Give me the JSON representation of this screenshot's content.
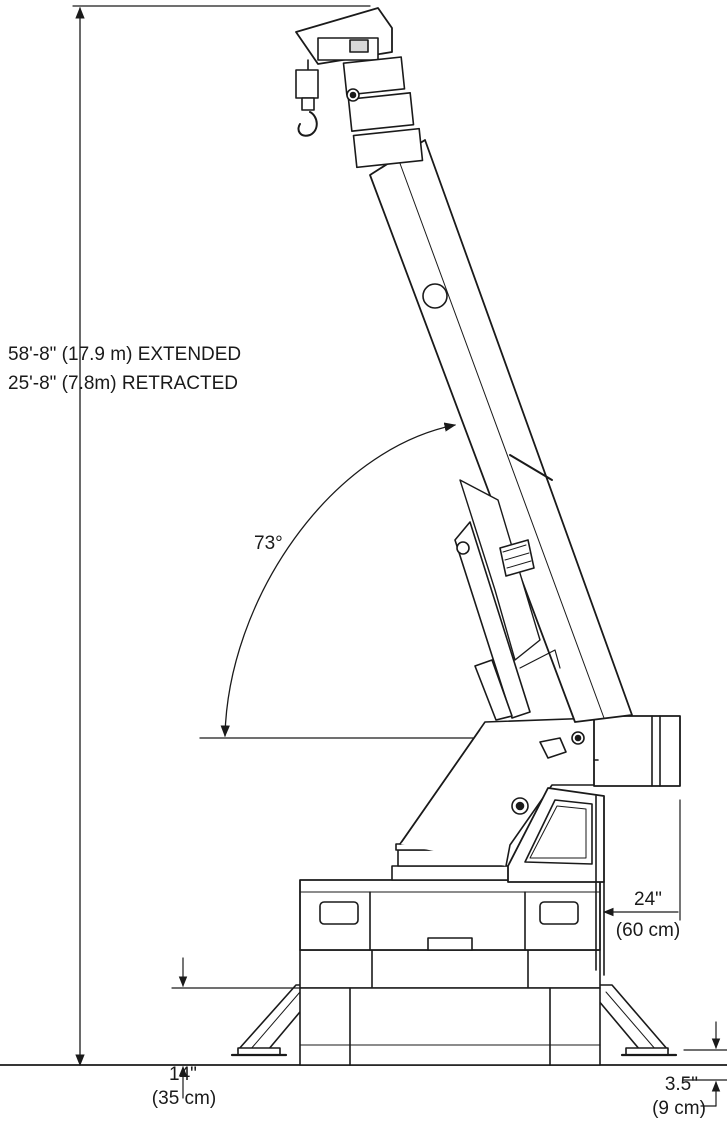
{
  "dimensions": {
    "height_extended": "58'-8\" (17.9 m) EXTENDED",
    "height_retracted": "25'-8\" (7.8m) RETRACTED",
    "boom_angle": "73°",
    "outrigger_offset_in": "24\"",
    "outrigger_offset_cm": "(60 cm)",
    "ground_clearance_in": "14\"",
    "ground_clearance_cm": "(35 cm)",
    "pad_height_in": "3.5\"",
    "pad_height_cm": "(9 cm)"
  },
  "colors": {
    "line": "#1a1a1a",
    "fill": "#ffffff",
    "shade": "#d8d8d8"
  }
}
